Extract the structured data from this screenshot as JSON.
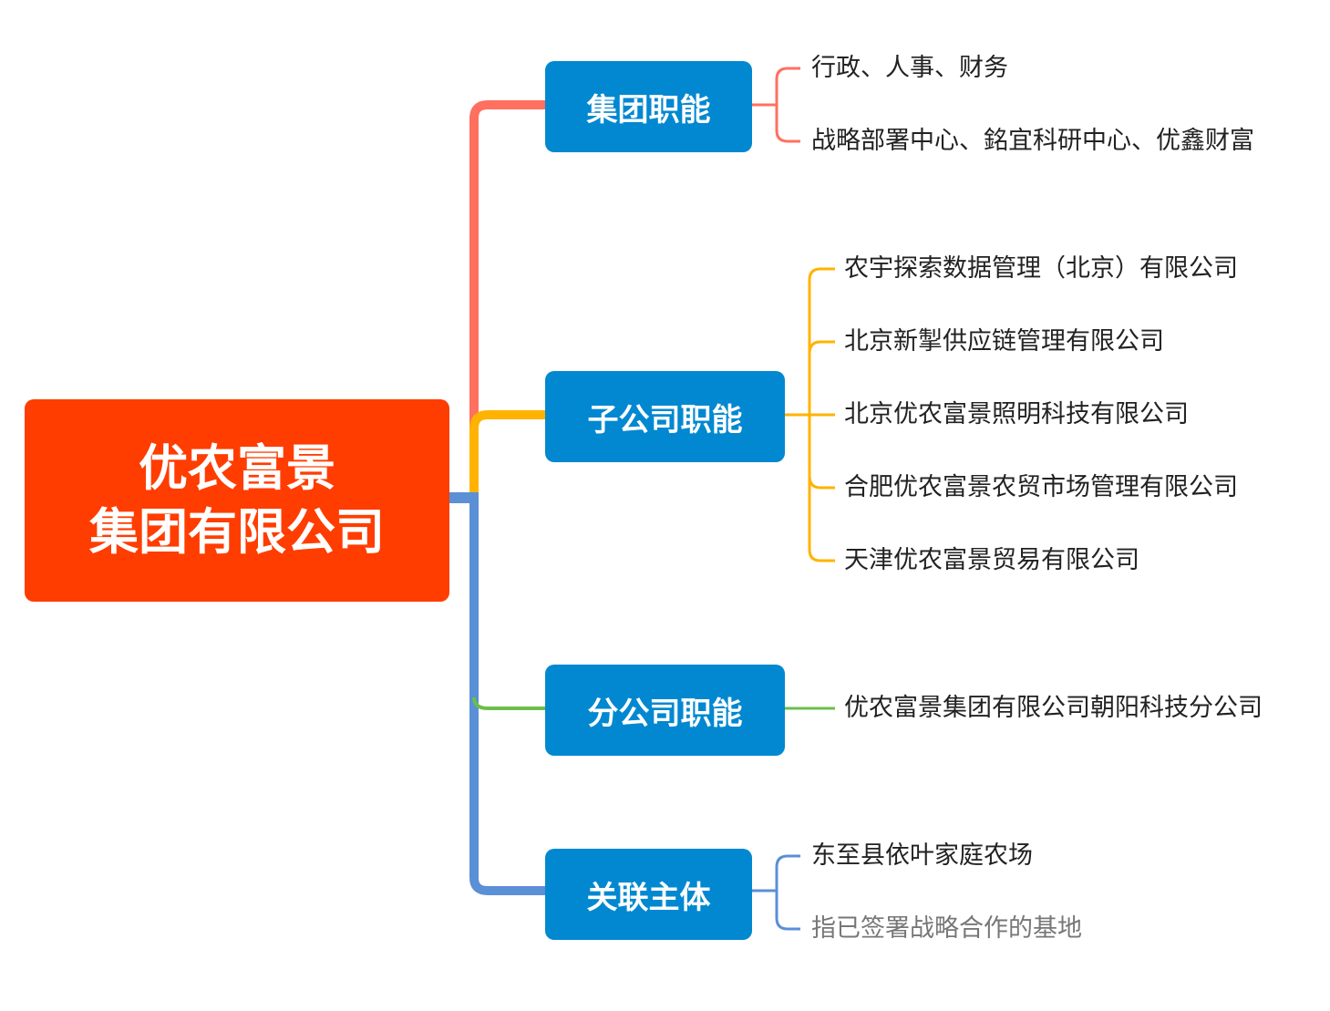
{
  "root": {
    "line1": "优农富景",
    "line2": "集团有限公司"
  },
  "colors": {
    "root_bg": "#ff3d00",
    "branch_bg": "#0288d1",
    "group": "#ff7060",
    "subsidiary": "#ffb300",
    "branch_office": "#6abf4b",
    "related": "#5b8fd6"
  },
  "branches": {
    "group": {
      "label": "集团职能",
      "items": [
        "行政、人事、财务",
        "战略部署中心、銘宜科研中心、优鑫财富"
      ]
    },
    "subsidiary": {
      "label": "子公司职能",
      "items": [
        "农宇探索数据管理（北京）有限公司",
        "北京新掣供应链管理有限公司",
        "北京优农富景照明科技有限公司",
        "合肥优农富景农贸市场管理有限公司",
        "天津优农富景贸易有限公司"
      ]
    },
    "branch_office": {
      "label": "分公司职能",
      "items": [
        "优农富景集团有限公司朝阳科技分公司"
      ]
    },
    "related": {
      "label": "关联主体",
      "items": [
        "东至县依叶家庭农场",
        "指已签署战略合作的基地"
      ]
    }
  }
}
